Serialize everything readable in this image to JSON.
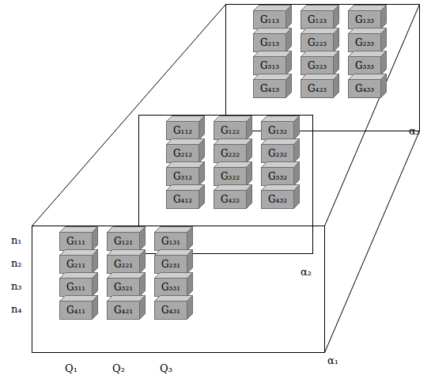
{
  "diagram": {
    "nodes": [
      {
        "text": [
          "G₁₁₁"
        ]
      },
      {
        "text": [
          "G₁₂₁"
        ]
      },
      {
        "text": [
          "G₁₃₁"
        ]
      },
      {
        "text": [
          "G₂₁₁"
        ]
      },
      {
        "text": [
          "G₂₂₁"
        ]
      },
      {
        "text": [
          "G₂₃₁"
        ]
      },
      {
        "text": [
          "G₃₁₁"
        ]
      },
      {
        "text": [
          "G₃₂₁"
        ]
      },
      {
        "text": [
          "G₃₃₁"
        ]
      },
      {
        "text": [
          "G₄₁₁"
        ]
      },
      {
        "text": [
          "G₄₂₁"
        ]
      },
      {
        "text": [
          "G₄₃₁"
        ]
      },
      {
        "text": [
          "G₁₁₂"
        ]
      },
      {
        "text": [
          "G₁₂₂"
        ]
      },
      {
        "text": [
          "G₁₃₂"
        ]
      },
      {
        "text": [
          "G₂₁₂"
        ]
      },
      {
        "text": [
          "G₂₂₂"
        ]
      },
      {
        "text": [
          "G₂₃₂"
        ]
      },
      {
        "text": [
          "G₃₁₂"
        ]
      },
      {
        "text": [
          "G₃₂₂"
        ]
      },
      {
        "text": [
          "G₃₃₂"
        ]
      },
      {
        "text": [
          "G₄₁₂"
        ]
      },
      {
        "text": [
          "G₄₂₂"
        ]
      },
      {
        "text": [
          "G₄₃₂"
        ]
      },
      {
        "text": [
          "G₁₁₃"
        ]
      },
      {
        "text": [
          "G₁₂₃"
        ]
      },
      {
        "text": [
          "G₁₃₃"
        ]
      },
      {
        "text": [
          "G₂₁₃"
        ]
      },
      {
        "text": [
          "G₂₂₃"
        ]
      },
      {
        "text": [
          "G₂₃₃"
        ]
      },
      {
        "text": [
          "G₃₁₃"
        ]
      },
      {
        "text": [
          "G₃₂₃"
        ]
      },
      {
        "text": [
          "G₃₃₃"
        ]
      },
      {
        "text": [
          "G₄₁₃"
        ]
      },
      {
        "text": [
          "G₄₂₃"
        ]
      },
      {
        "text": [
          "G₄₃₃"
        ]
      }
    ],
    "labels": [
      "n₁",
      "n₂",
      "n₃",
      "n₄",
      "Q₁",
      "Q₂",
      "Q₃",
      "α₁",
      "α₂",
      "α₃"
    ]
  }
}
